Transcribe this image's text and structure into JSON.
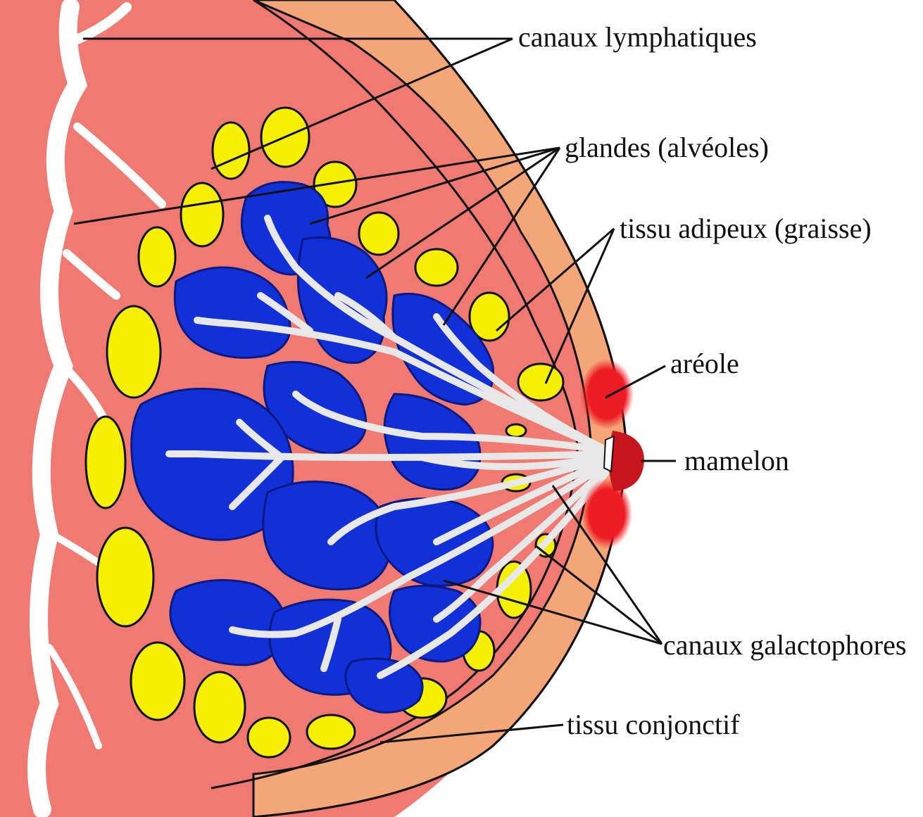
{
  "labels": {
    "lymphatic": "canaux lymphatiques",
    "glands": "glandes (alvéoles)",
    "adipose": "tissu adipeux (graisse)",
    "areola": "aréole",
    "nipple": "mamelon",
    "ducts": "canaux galactophores",
    "connective": "tissu conjonctif"
  },
  "colors": {
    "skin_outer": "#f4a679",
    "tissue": "#f07a72",
    "lobule": "#1230d8",
    "fat": "#f5f000",
    "duct": "#e8e8e8",
    "areola": "#ee1c24",
    "nipple": "#c8141c",
    "lymph": "#ffffff",
    "line": "#111111"
  },
  "icons": {
    "lobule": "lobule-shape",
    "fat": "fat-lobule-shape"
  }
}
